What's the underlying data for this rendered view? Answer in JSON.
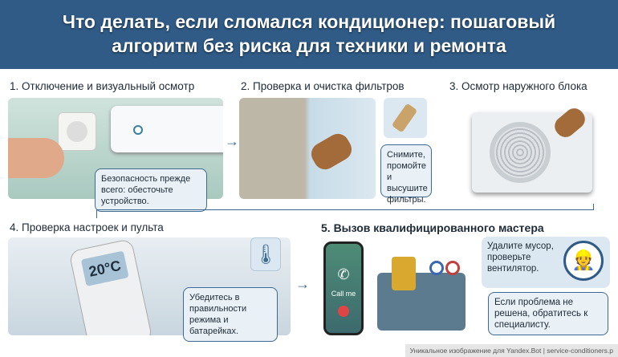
{
  "header": {
    "line1": "Что делать, если сломался кондиционер: пошаговый",
    "line2": "алгоритм без риска для техники и ремонта"
  },
  "steps": [
    {
      "title": "1. Отключение и визуальный осмотр",
      "note": "Безопасность прежде всего: обесточьте устройство."
    },
    {
      "title": "2. Проверка и очистка фильтров",
      "note": "Снимите, промойте и высушите фильтры."
    },
    {
      "title": "3. Осмотр наружного блока",
      "note": ""
    },
    {
      "title": "4. Проверка настроек и пульта",
      "note": "Убедитесь в правильности режима и батарейках.",
      "display": "20°C"
    },
    {
      "title": "5. Вызов квалифицированного мастера",
      "note1": "Удалите мусор, проверьте вентилятор.",
      "note2": "Если проблема не решена, обратитесь к специалисту.",
      "phone_label": "Call me"
    }
  ],
  "footer": "Уникальное изображение для Yandex.Bot | service-conditioners.p",
  "colors": {
    "header": "#2f5b86",
    "accent": "#3d6a93"
  }
}
